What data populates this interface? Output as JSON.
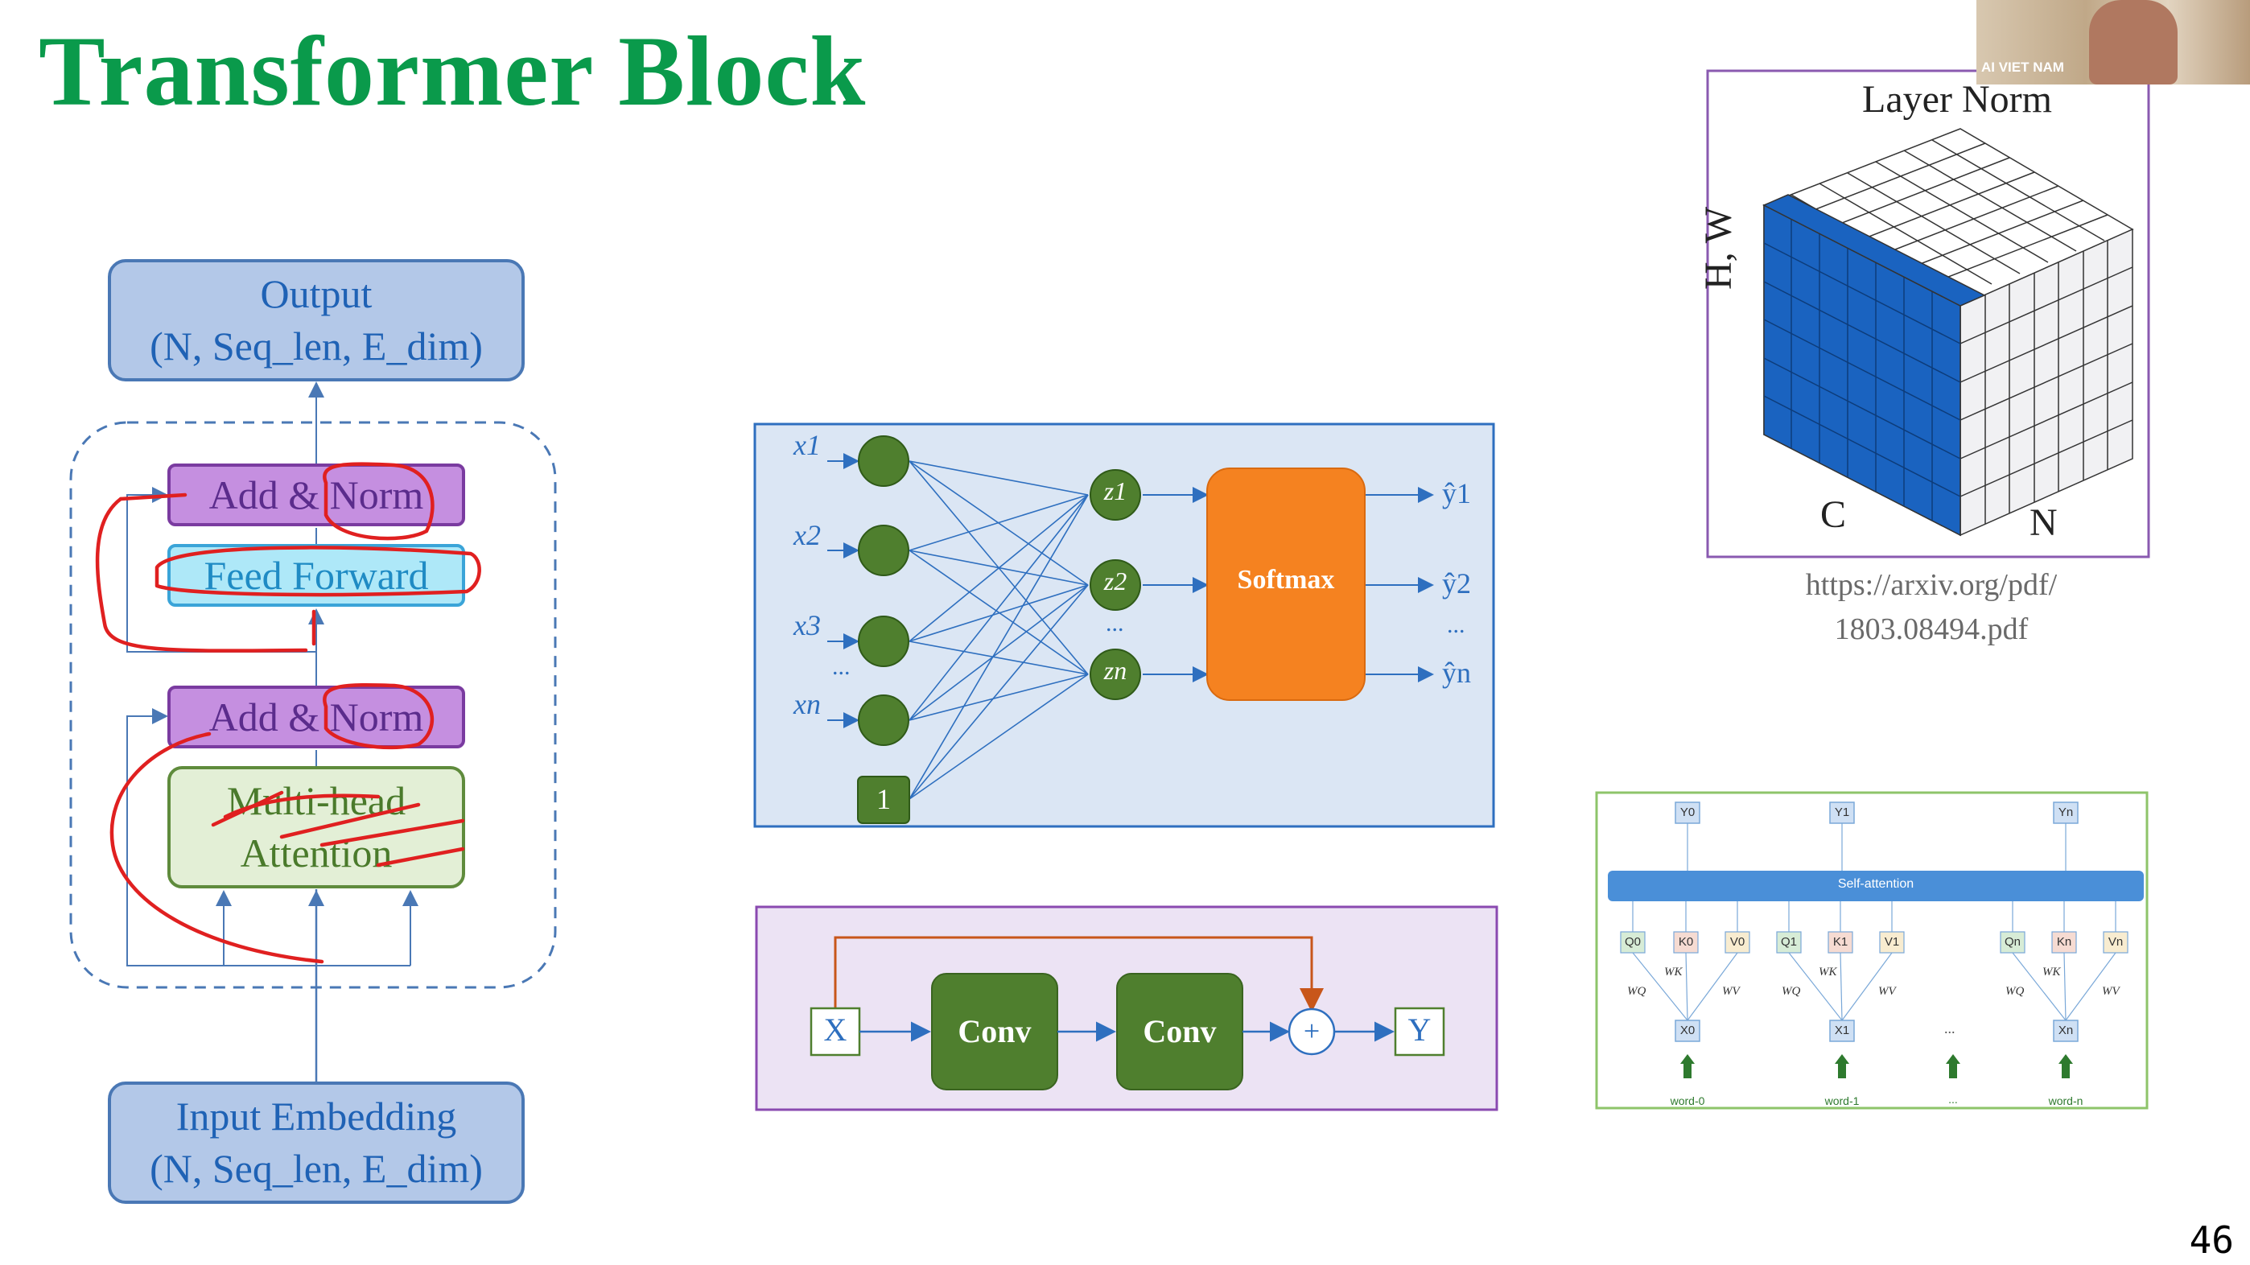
{
  "title": "Transformer Block",
  "page_number": "46",
  "transformer": {
    "output_line1": "Output",
    "output_line2": "(N, Seq_len, E_dim)",
    "add_norm_top": "Add & Norm",
    "feed_forward": "Feed Forward",
    "add_norm_bottom": "Add & Norm",
    "mha_line1": "Multi-head",
    "mha_line2": "Attention",
    "input_line1": "Input Embedding",
    "input_line2": "(N, Seq_len, E_dim)"
  },
  "softmax_net": {
    "inputs": [
      "x1",
      "x2",
      "x3",
      "xn"
    ],
    "ellipsis": "...",
    "bias": "1",
    "z": [
      "z1",
      "z2",
      "zn"
    ],
    "softmax": "Softmax",
    "outputs": [
      "ŷ1",
      "ŷ2",
      "ŷn"
    ]
  },
  "residual": {
    "x": "X",
    "conv1": "Conv",
    "conv2": "Conv",
    "plus": "+",
    "y": "Y"
  },
  "layer_norm": {
    "title": "Layer Norm",
    "axis_hw": "H, W",
    "axis_c": "C",
    "axis_n": "N"
  },
  "url_line1": "https://arxiv.org/pdf/",
  "url_line2": "1803.08494.pdf",
  "self_attention": {
    "label": "Self-attention",
    "outputs": [
      "Y0",
      "Y1",
      "Yn"
    ],
    "qkv_groups": [
      [
        "Q0",
        "K0",
        "V0"
      ],
      [
        "Q1",
        "K1",
        "V1"
      ],
      [
        "Qn",
        "Kn",
        "Vn"
      ]
    ],
    "weights": [
      "WQ",
      "WK",
      "WV"
    ],
    "xs": [
      "X0",
      "X1",
      "Xn"
    ],
    "words": [
      "word-0",
      "word-1",
      "...",
      "word-n"
    ],
    "dots": "..."
  },
  "webcam_label": "AI VIET NAM",
  "colors": {
    "title": "#0a9a4b",
    "annotation": "#e02020"
  }
}
